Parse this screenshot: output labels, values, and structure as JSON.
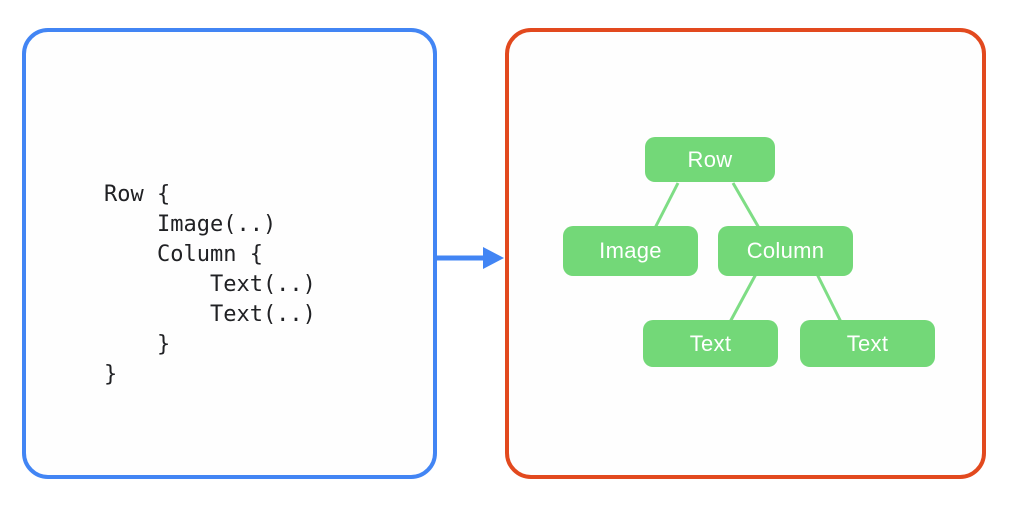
{
  "left_panel": {
    "description": "code-snippet",
    "code_lines": [
      "Row {",
      "    Image(..)",
      "    Column {",
      "        Text(..)",
      "        Text(..)",
      "    }",
      "}"
    ]
  },
  "arrow": {
    "direction": "right"
  },
  "right_panel": {
    "description": "ui-hierarchy-tree",
    "tree": {
      "nodes": [
        {
          "id": "row",
          "label": "Row"
        },
        {
          "id": "image",
          "label": "Image"
        },
        {
          "id": "column",
          "label": "Column"
        },
        {
          "id": "text-1",
          "label": "Text"
        },
        {
          "id": "text-2",
          "label": "Text"
        }
      ],
      "edges": [
        [
          "row",
          "image"
        ],
        [
          "row",
          "column"
        ],
        [
          "column",
          "text-1"
        ],
        [
          "column",
          "text-2"
        ]
      ]
    }
  },
  "colors": {
    "code_panel_border": "#4285f4",
    "tree_panel_border": "#e2491e",
    "node_fill": "#73d878",
    "edge_stroke": "#7edd85",
    "arrow": "#4285f4",
    "code_text": "#202124",
    "node_text": "#ffffff",
    "background": "#ffffff"
  }
}
